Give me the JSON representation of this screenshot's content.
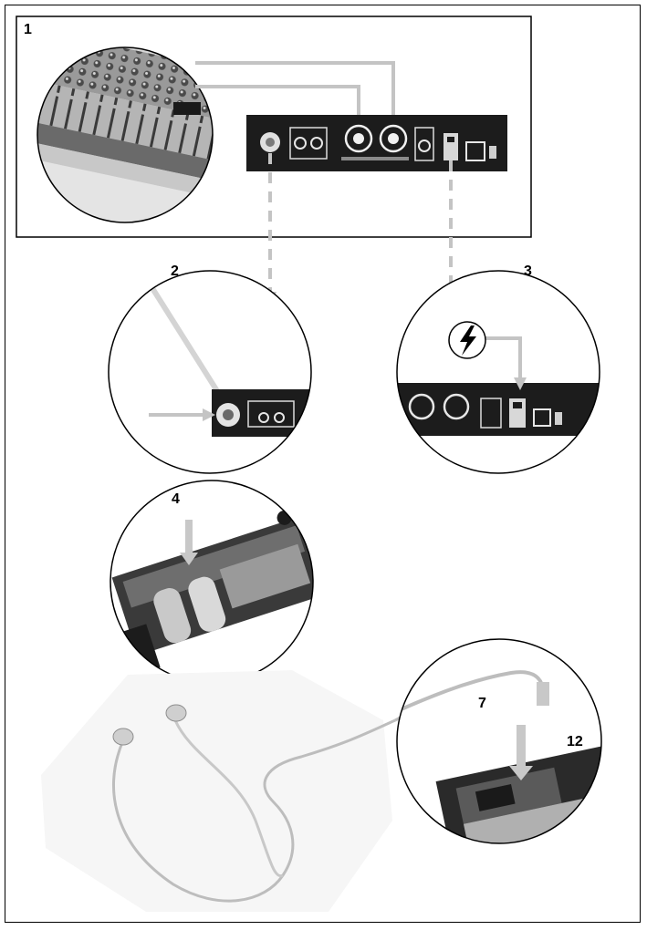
{
  "steps": [
    {
      "label": "1"
    },
    {
      "label": "2"
    },
    {
      "label": "3"
    },
    {
      "label": "4"
    }
  ],
  "callouts": [
    {
      "label": "7"
    },
    {
      "label": "12"
    }
  ],
  "colors": {
    "connector_gray": "#c4c4c4",
    "panel_dark": "#1c1c1c",
    "outline": "#000000"
  },
  "icons": [
    "lightning-icon"
  ]
}
